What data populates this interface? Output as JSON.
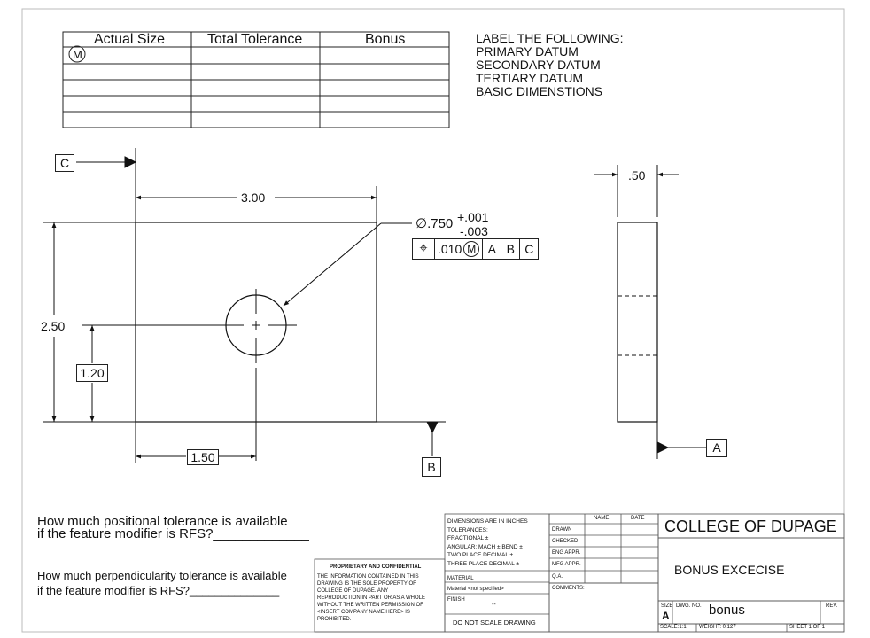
{
  "table": {
    "headers": [
      "Actual Size",
      "Total Tolerance",
      "Bonus"
    ],
    "first_row_symbol": "M"
  },
  "instructions": {
    "title": "LABEL THE FOLLOWING:",
    "items": [
      "PRIMARY DATUM",
      "SECONDARY DATUM",
      "TERTIARY DATUM",
      "BASIC DIMENSTIONS"
    ]
  },
  "datums": {
    "c": "C",
    "b": "B",
    "a": "A"
  },
  "dimensions": {
    "width": "3.00",
    "height": "2.50",
    "hole_y": "1.20",
    "hole_x": "1.50",
    "thickness": ".50"
  },
  "hole_callout": {
    "diameter": "∅.750",
    "plus_tol": "+.001",
    "minus_tol": "-.003"
  },
  "fcf": {
    "symbol": "⌖",
    "tolerance": ".010",
    "modifier": "M",
    "datum_a": "A",
    "datum_b": "B",
    "datum_c": "C"
  },
  "questions": {
    "q1_line1": "How much positional tolerance is available",
    "q1_line2": "if the feature modifier is RFS?_____________",
    "q2_line1": "How much perpendicularity tolerance is available",
    "q2_line2": "if the feature modifier is RFS?______________"
  },
  "title_block": {
    "proprietary_title": "PROPRIETARY AND CONFIDENTIAL",
    "proprietary_text": [
      "THE INFORMATION CONTAINED IN THIS",
      "DRAWING IS THE SOLE PROPERTY OF",
      "COLLEGE OF DUPAGE.  ANY",
      "REPRODUCTION IN PART OR AS A WHOLE",
      "WITHOUT THE WRITTEN PERMISSION OF",
      "<INSERT COMPANY NAME HERE> IS",
      "PROHIBITED."
    ],
    "tolerance_notes": [
      "DIMENSIONS ARE IN INCHES",
      "TOLERANCES:",
      "FRACTIONAL ±",
      "ANGULAR: MACH ±   BEND ±",
      "TWO PLACE DECIMAL    ±",
      "THREE PLACE DECIMAL  ±"
    ],
    "material_label": "MATERIAL",
    "material_value": "Material <not specified>",
    "finish_label": "FINISH",
    "finish_value": "--",
    "do_not_scale": "DO NOT SCALE DRAWING",
    "name_header": "NAME",
    "date_header": "DATE",
    "rows": [
      "DRAWN",
      "CHECKED",
      "ENG APPR.",
      "MFG APPR.",
      "Q.A.",
      "COMMENTS:"
    ],
    "company": "COLLEGE OF DUPAGE",
    "drawing_title": "BONUS EXCECISE",
    "size_label": "SIZE",
    "size_value": "A",
    "dwg_no_label": "DWG.  NO.",
    "dwg_no_value": "bonus",
    "rev_label": "REV.",
    "scale": "SCALE:1:1",
    "weight": "WEIGHT: 0.127",
    "sheet": "SHEET 1 OF 1"
  }
}
